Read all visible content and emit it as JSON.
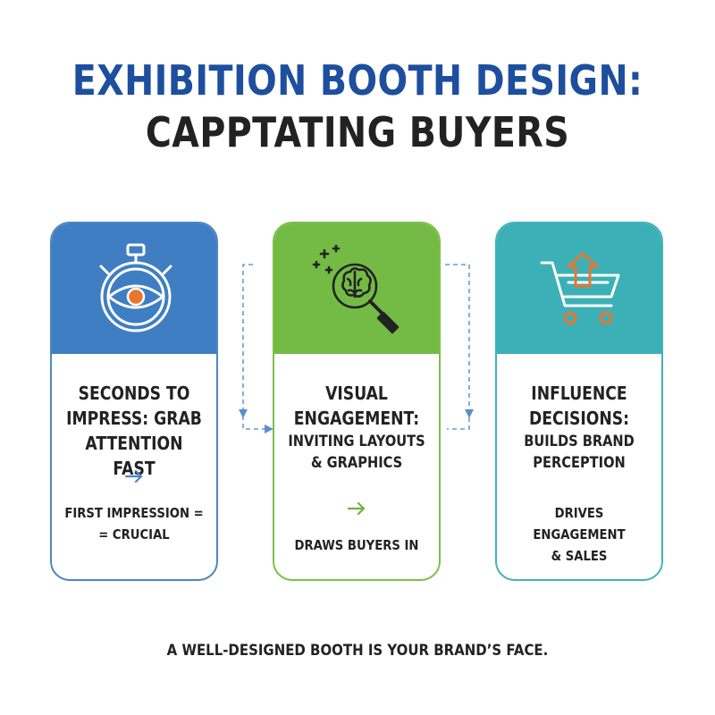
{
  "title": {
    "line1": "EXHIBITION BOOTH DESIGN:",
    "line2": "CAPPTATING BUYERS"
  },
  "colors": {
    "title_blue": "#1d4f9e",
    "card1": "#3f7ec2",
    "card2": "#74bb46",
    "card3": "#3cb0b7",
    "icon_orange": "#e8762c"
  },
  "cards": [
    {
      "icon": "stopwatch-eye-icon",
      "heading_lines": [
        "SECONDS TO",
        "IMPRESS: GRAB",
        "ATTENTION FAST"
      ],
      "sub_lines": [],
      "detail_lines": [
        "FIRST IMPRESSION =",
        "= CRUCIAL"
      ]
    },
    {
      "icon": "brain-magnifier-icon",
      "heading_lines": [
        "VISUAL",
        "ENGAGEMENT:"
      ],
      "sub_lines": [
        "INVITING LAYOUTS",
        "& GRAPHICS"
      ],
      "detail_lines": [
        "DRAWS BUYERS IN"
      ]
    },
    {
      "icon": "cart-upload-icon",
      "heading_lines": [
        "INFLUENCE",
        "DECISIONS:"
      ],
      "sub_lines": [
        "BUILDS BRAND",
        "PERCEPTION"
      ],
      "detail_lines": [
        "DRIVES ENGAGEMENT",
        "& SALES"
      ]
    }
  ],
  "footer": "A WELL-DESIGNED BOOTH IS YOUR BRAND’S FACE."
}
